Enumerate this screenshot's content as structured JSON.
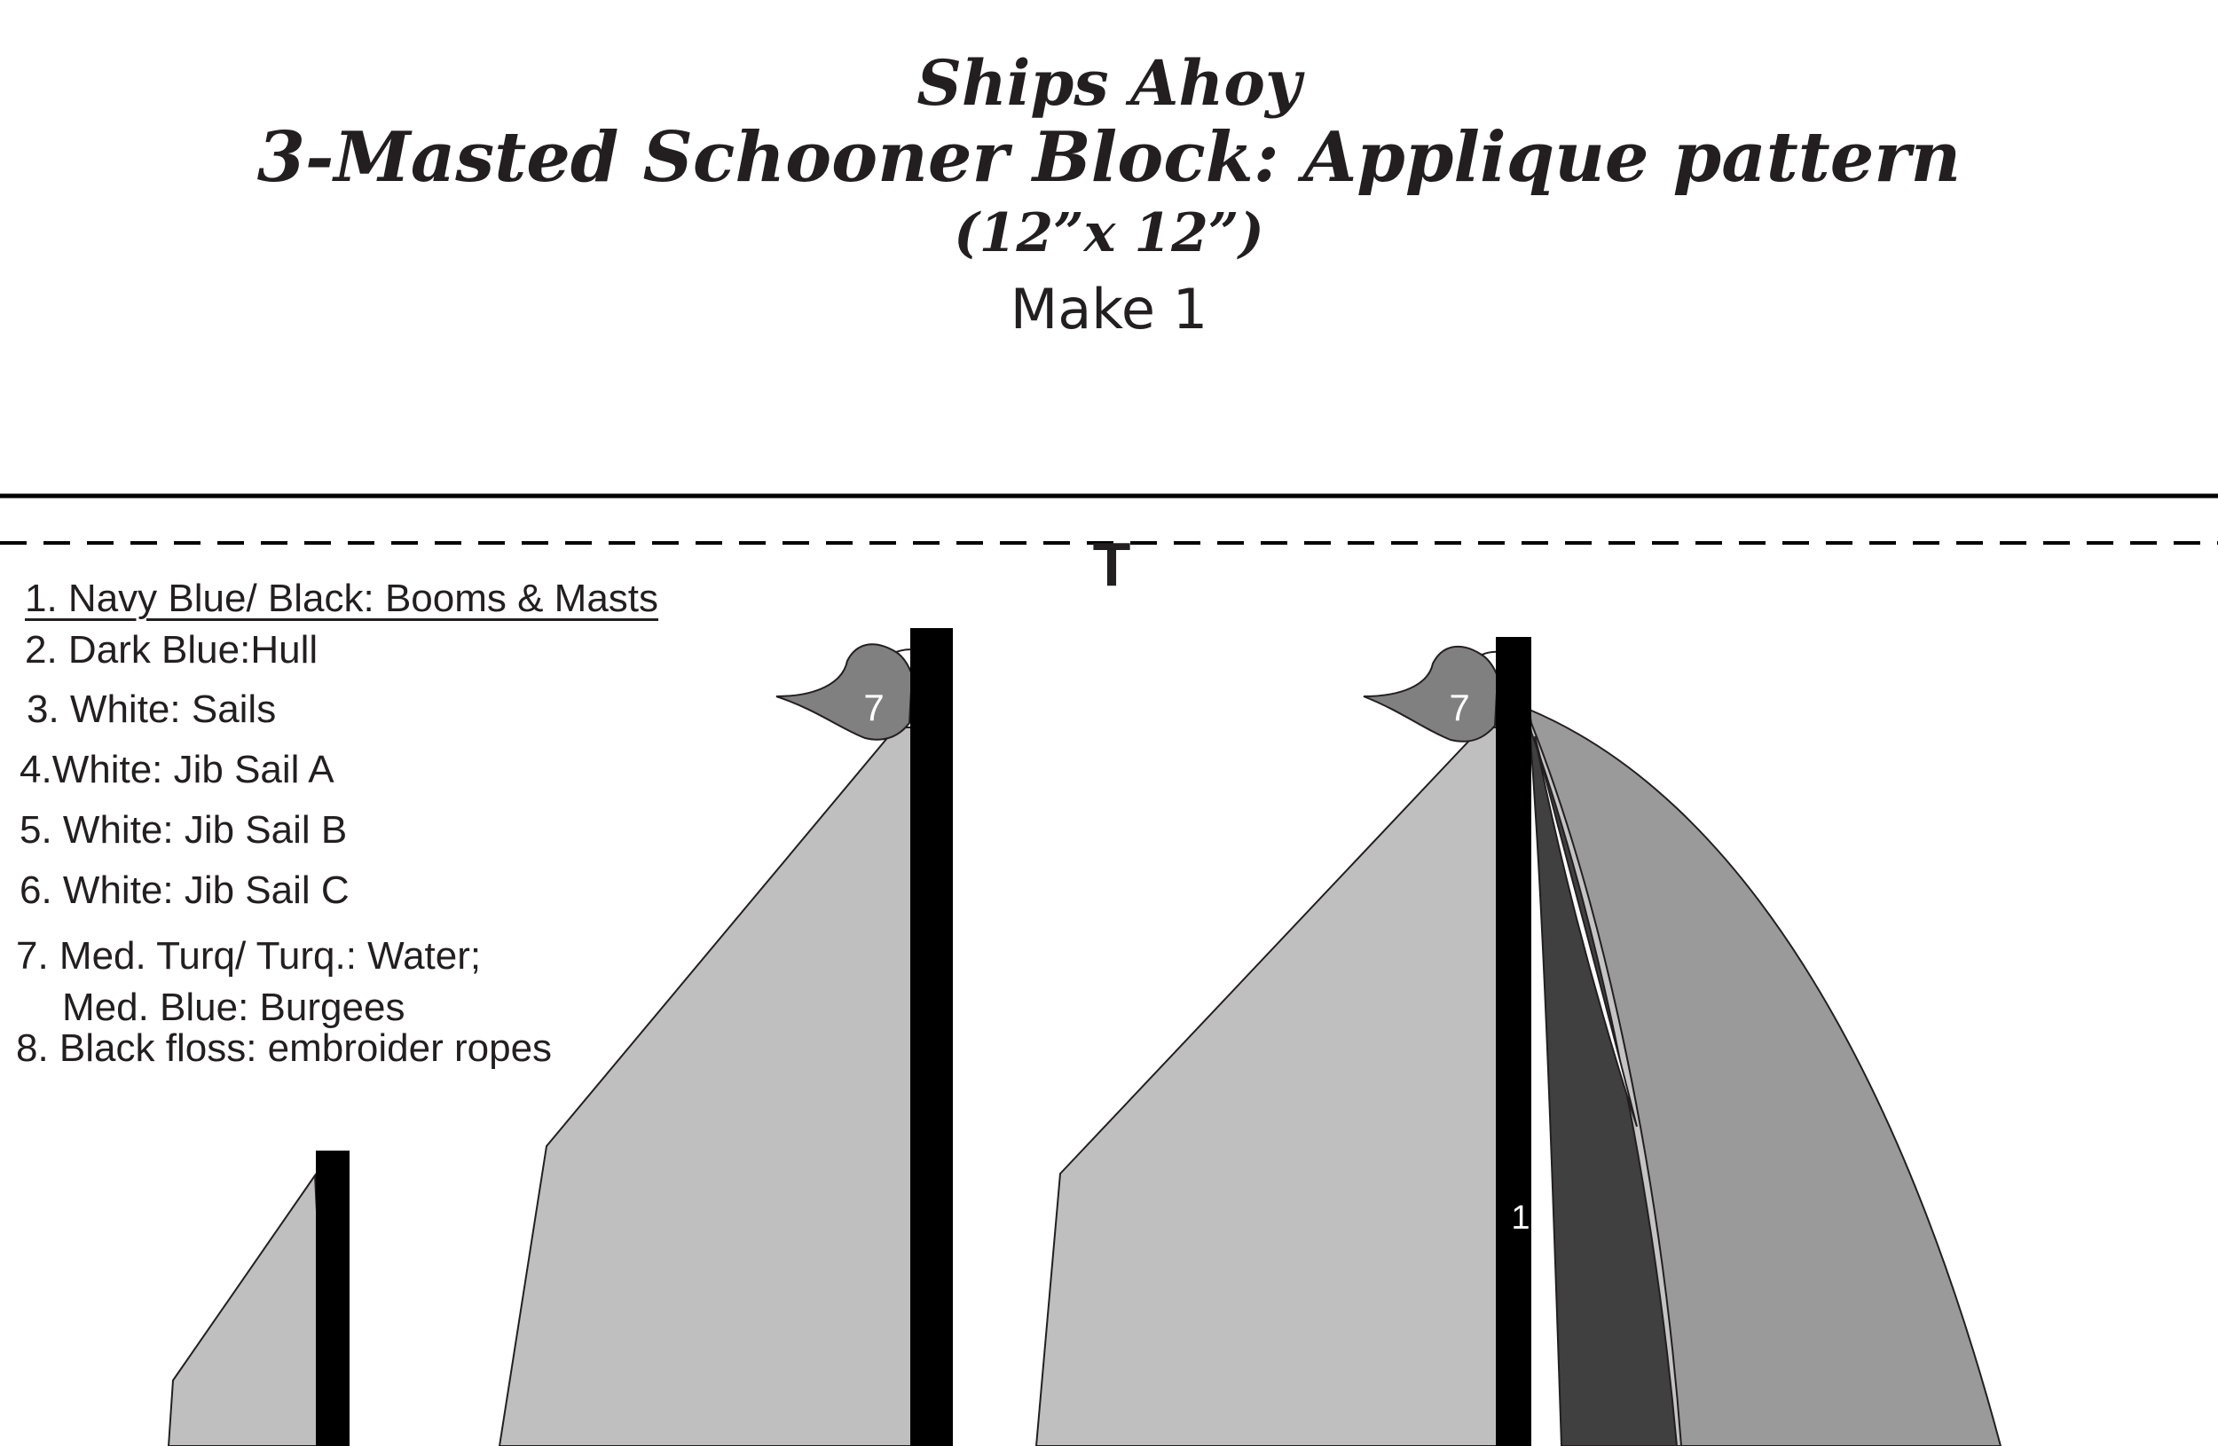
{
  "header": {
    "title": "Ships Ahoy",
    "subtitle": "3-Masted Schooner Block: Applique pattern",
    "size": "(12”x 12”)",
    "quantity": "Make 1"
  },
  "top_edge_marker": "T",
  "legend": [
    {
      "text": "1. Navy Blue/ Black: Booms & Masts"
    },
    {
      "text": "2. Dark Blue:Hull"
    },
    {
      "text": "3. White: Sails"
    },
    {
      "text": "4.White: Jib Sail A"
    },
    {
      "text": "5. White: Jib Sail B"
    },
    {
      "text": "6. White: Jib Sail C"
    },
    {
      "text": "7. Med. Turq/ Turq.: Water;"
    },
    {
      "text": "Med. Blue: Burgees"
    },
    {
      "text": "8. Black floss: embroider ropes"
    }
  ],
  "piece_labels": {
    "burgee_left": "7",
    "burgee_right": "7",
    "mast": "1"
  },
  "colors": {
    "ink": "#231f20",
    "mast": "#000000",
    "sail_light": "#bfbfbf",
    "burgee": "#808080",
    "jib_dark": "#404040",
    "jib_mid": "#9a9a9a",
    "jib_light": "#c4c4c4"
  }
}
